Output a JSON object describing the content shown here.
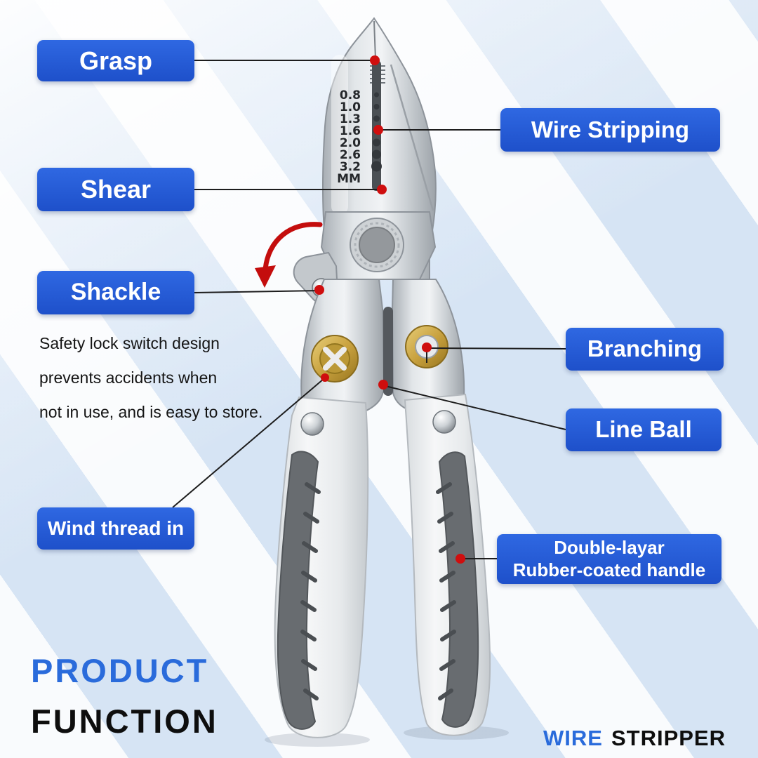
{
  "callouts": {
    "grasp": "Grasp",
    "wire_stripping": "Wire Stripping",
    "shear": "Shear",
    "shackle": "Shackle",
    "branching": "Branching",
    "line_ball": "Line Ball",
    "wind_thread_in": "Wind thread in",
    "handle_line1": "Double-layar",
    "handle_line2": "Rubber-coated handle"
  },
  "safety_note": {
    "line1": "Safety lock switch design",
    "line2": "prevents accidents when",
    "line3": "not in use, and is easy to store."
  },
  "measurements": [
    "0.8",
    "1.0",
    "1.3",
    "1.6",
    "2.0",
    "2.6",
    "3.2",
    "MM"
  ],
  "footer": {
    "product": "PRODUCT",
    "function": "FUNCTION",
    "brand_first": "WIRE",
    "brand_second": "STRIPPER"
  },
  "colors": {
    "callout_bg": "#2257d6",
    "callout_text": "#ffffff",
    "connector_line": "#1d1d1d",
    "anchor_dot": "#cf0e0e",
    "rotation_arrow": "#c40d0d",
    "product_blue": "#2a6bdb",
    "heading_black": "#0e0e0e",
    "gold_ring": "#c9a23f",
    "rubber_grip": "#686c70"
  }
}
